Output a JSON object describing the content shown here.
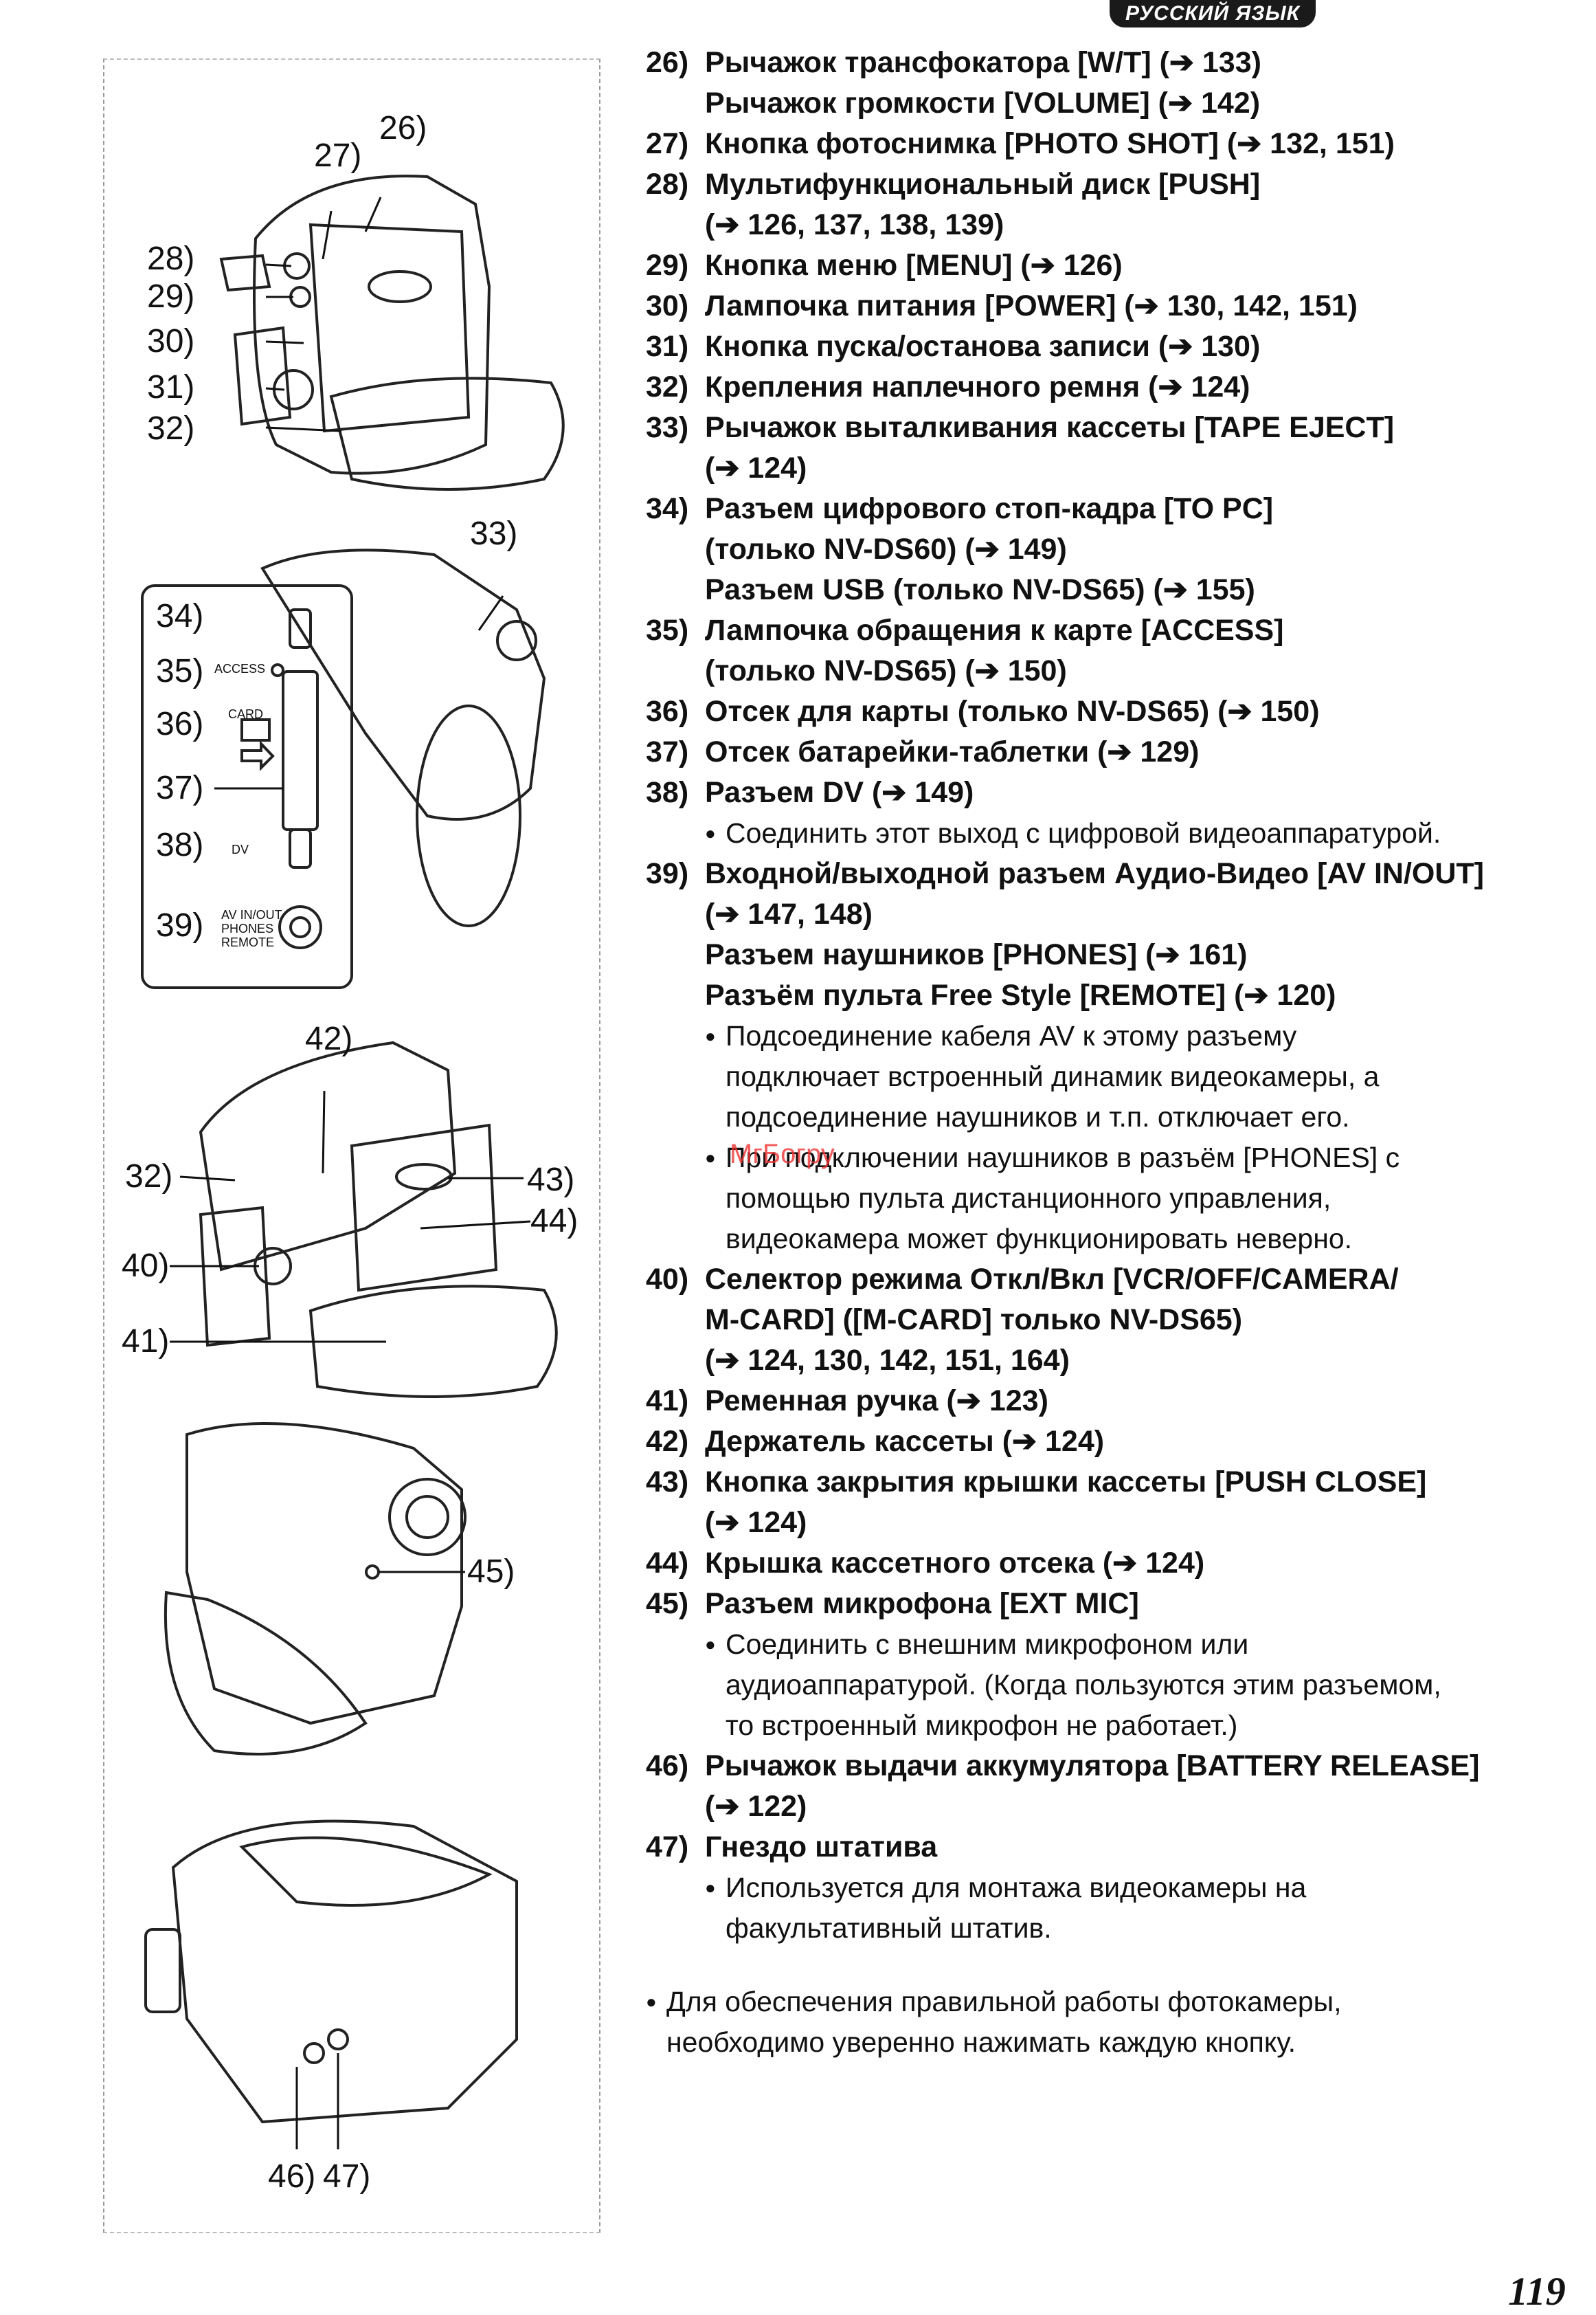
{
  "header": {
    "language_badge": "РУССКИЙ ЯЗЫК"
  },
  "watermark": "МгБогру",
  "figure_labels": {
    "l26": "26)",
    "l27": "27)",
    "l28": "28)",
    "l29": "29)",
    "l30": "30)",
    "l31": "31)",
    "l32a": "32)",
    "l33": "33)",
    "l34": "34)",
    "l35": "35)",
    "l36": "36)",
    "l37": "37)",
    "l38": "38)",
    "l39": "39)",
    "access": "ACCESS",
    "card": "CARD",
    "dv": "DV",
    "av1": "AV IN/OUT",
    "av2": "PHONES",
    "av3": "REMOTE",
    "l42": "42)",
    "l32b": "32)",
    "l43": "43)",
    "l44": "44)",
    "l40": "40)",
    "l41": "41)",
    "l45": "45)",
    "l46": "46)",
    "l47": "47)"
  },
  "items": [
    {
      "num": "26)",
      "lines": [
        "Рычажок трансфокатора [W/T] (➔ 133)",
        "Рычажок громкости [VOLUME] (➔ 142)"
      ]
    },
    {
      "num": "27)",
      "lines": [
        "Кнопка фотоснимка [PHOTO SHOT] (➔ 132, 151)"
      ]
    },
    {
      "num": "28)",
      "lines": [
        "Мультифункциональный диск [PUSH]",
        "(➔ 126, 137, 138, 139)"
      ]
    },
    {
      "num": "29)",
      "lines": [
        "Кнопка меню [MENU] (➔ 126)"
      ]
    },
    {
      "num": "30)",
      "lines": [
        "Лампочка питания [POWER] (➔ 130, 142, 151)"
      ]
    },
    {
      "num": "31)",
      "lines": [
        "Кнопка пуска/останова записи (➔ 130)"
      ]
    },
    {
      "num": "32)",
      "lines": [
        "Крепления наплечного ремня (➔ 124)"
      ]
    },
    {
      "num": "33)",
      "lines": [
        "Рычажок выталкивания кассеты [TAPE EJECT]",
        "(➔ 124)"
      ]
    },
    {
      "num": "34)",
      "lines": [
        "Разъем цифрового стоп-кадра [TO PC]",
        "(только NV-DS60) (➔ 149)",
        "Разъем USB (только NV-DS65) (➔ 155)"
      ]
    },
    {
      "num": "35)",
      "lines": [
        "Лампочка обращения к карте [ACCESS]",
        "(только NV-DS65) (➔ 150)"
      ]
    },
    {
      "num": "36)",
      "lines": [
        "Отсек для карты (только NV-DS65) (➔ 150)"
      ]
    },
    {
      "num": "37)",
      "lines": [
        "Отсек батарейки-таблетки (➔ 129)"
      ]
    },
    {
      "num": "38)",
      "lines": [
        "Разъем DV (➔ 149)"
      ],
      "bullets": [
        [
          "Соединить этот выход с цифровой видеоаппаратурой."
        ]
      ]
    },
    {
      "num": "39)",
      "lines": [
        "Входной/выходной разъем Аудио-Видео [AV IN/OUT]",
        "(➔ 147, 148)",
        "Разъем наушников [PHONES] (➔ 161)",
        "Разъём пульта Free Style [REMOTE] (➔ 120)"
      ],
      "bullets": [
        [
          "Подсоединение кабеля AV к этому разъему",
          "подключает встроенный динамик видеокамеры, а",
          "подсоединение наушников и т.п. отключает его."
        ],
        [
          "При подключении наушников в разъём [PHONES] с",
          "помощью пульта дистанционного управления,",
          "видеокамера может функционировать неверно."
        ]
      ]
    },
    {
      "num": "40)",
      "lines": [
        "Селектор режима Откл/Вкл [VCR/OFF/CAMERA/",
        "M-CARD] ([M-CARD] только NV-DS65)",
        "(➔ 124, 130, 142, 151, 164)"
      ]
    },
    {
      "num": "41)",
      "lines": [
        "Ременная ручка (➔ 123)"
      ]
    },
    {
      "num": "42)",
      "lines": [
        "Держатель кассеты (➔ 124)"
      ]
    },
    {
      "num": "43)",
      "lines": [
        "Кнопка закрытия крышки кассеты [PUSH CLOSE]",
        "(➔ 124)"
      ]
    },
    {
      "num": "44)",
      "lines": [
        "Крышка кассетного отсека (➔ 124)"
      ]
    },
    {
      "num": "45)",
      "lines": [
        "Разъем микрофона [EXT MIC]"
      ],
      "bullets": [
        [
          "Соединить с внешним микрофоном или",
          "аудиоаппаратурой. (Когда пользуются этим разъемом,",
          "то встроенный микрофон не работает.)"
        ]
      ]
    },
    {
      "num": "46)",
      "lines": [
        "Рычажок выдачи аккумулятора [BATTERY RELEASE]",
        "(➔ 122)"
      ]
    },
    {
      "num": "47)",
      "lines": [
        "Гнездо штатива"
      ],
      "bullets": [
        [
          "Используется для монтажа видеокамеры на",
          "факультативный штатив."
        ]
      ]
    }
  ],
  "footnote": [
    "Для обеспечения правильной работы фотокамеры,",
    "необходимо уверенно нажимать каждую кнопку."
  ],
  "page_number": "119"
}
